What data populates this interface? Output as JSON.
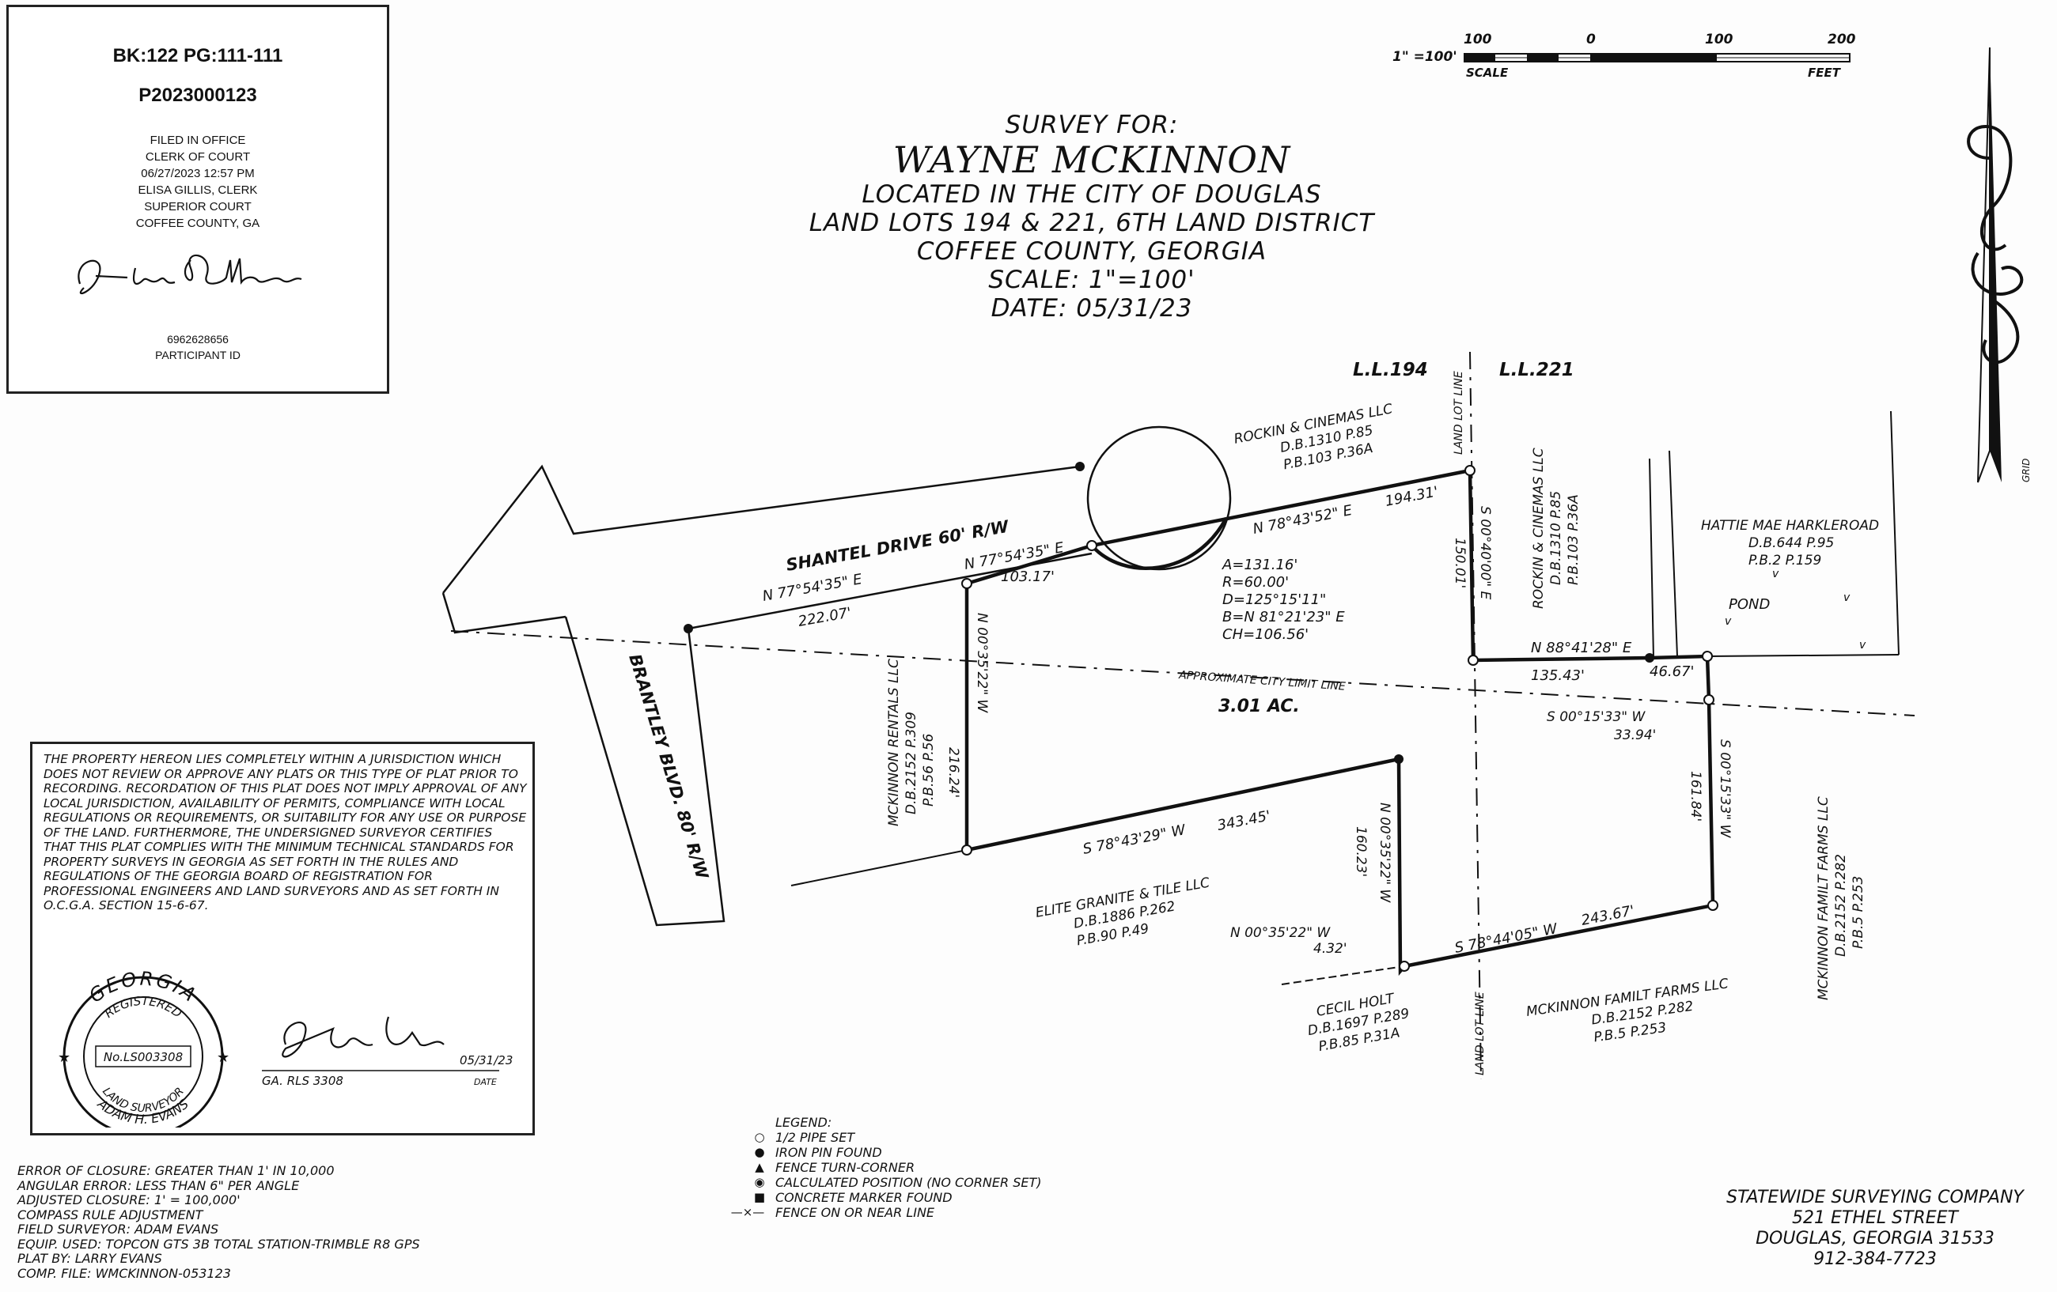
{
  "recording": {
    "book_page": "BK:122 PG:111-111",
    "instrument": "P2023000123",
    "filed_lines": [
      "FILED IN OFFICE",
      "CLERK OF COURT",
      "06/27/2023 12:57 PM",
      "ELISA GILLIS, CLERK",
      "SUPERIOR COURT",
      "COFFEE COUNTY, GA"
    ],
    "signature": "Elisa Gillis",
    "participant_number": "6962628656",
    "participant_label": "PARTICIPANT ID"
  },
  "scale_bar": {
    "ratio": "1\" =100'",
    "ticks": [
      "100",
      "0",
      "100",
      "200"
    ],
    "scale_word": "SCALE",
    "feet_word": "FEET"
  },
  "north_arrow": {
    "grid_label": "GRID"
  },
  "title": {
    "survey_for": "SURVEY FOR:",
    "owner": "WAYNE MCKINNON",
    "line1": "LOCATED IN THE CITY OF DOUGLAS",
    "line2": "LAND LOTS 194 & 221, 6TH LAND DISTRICT",
    "line3": "COFFEE COUNTY, GEORGIA",
    "scale": "SCALE: 1\"=100'",
    "date": "DATE: 05/31/23"
  },
  "plat": {
    "ll194": "L.L.194",
    "ll221": "L.L.221",
    "land_lot_line": "LAND LOT LINE",
    "shantel": "SHANTEL DRIVE 60' R/W",
    "brantley": "BRANTLEY BLVD. 80' R/W",
    "city_limit": "APPROXIMATE CITY LIMIT LINE",
    "acreage": "3.01 AC.",
    "pond": "POND",
    "curve": [
      "A=131.16'",
      "R=60.00'",
      "D=125°15'11\"",
      "B=N 81°21'23\" E",
      "CH=106.56'"
    ],
    "bearings": {
      "b1": "N 77°54'35\" E",
      "d1": "222.07'",
      "b2": "N 77°54'35\" E",
      "d2": "103.17'",
      "b3": "N 78°43'52\" E",
      "d3": "194.31'",
      "b4": "S 00°40'00\" E",
      "d4": "150.01'",
      "b5": "N 88°41'28\" E",
      "d5": "135.43'",
      "d6": "46.67'",
      "b7": "S 00°15'33\" W",
      "d7": "33.94'",
      "b8": "S 00°15'33\" W",
      "d8": "161.84'",
      "b9": "S 78°44'05\" W",
      "d9": "243.67'",
      "b10": "N 00°35'22\" W",
      "d10": "4.32'",
      "b11": "N 00°35'22\" W",
      "d11": "160.23'",
      "b12": "S 78°43'29\" W",
      "d12": "343.45'",
      "b13": "N 00°35'22\" W",
      "d13": "216.24'"
    },
    "owners": {
      "rockin1": [
        "ROCKIN & CINEMAS LLC",
        "D.B.1310 P.85",
        "P.B.103 P.36A"
      ],
      "rockin2": [
        "ROCKIN & CINEMAS LLC",
        "D.B.1310 P.85",
        "P.B.103 P.36A"
      ],
      "hattie": [
        "HATTIE MAE HARKLEROAD",
        "D.B.644 P.95",
        "P.B.2 P.159"
      ],
      "mck_rentals": [
        "MCKINNON RENTALS LLC",
        "D.B.2152 P.309",
        "P.B.56 P.56"
      ],
      "elite": [
        "ELITE GRANITE & TILE LLC",
        "D.B.1886 P.262",
        "P.B.90 P.49"
      ],
      "cecil": [
        "CECIL HOLT",
        "D.B.1697 P.289",
        "P.B.85 P.31A"
      ],
      "mck_farms_s": [
        "MCKINNON FAMILT FARMS LLC",
        "D.B.2152 P.282",
        "P.B.5 P.253"
      ],
      "mck_farms_e": [
        "MCKINNON FAMILT FARMS LLC",
        "D.B.2152 P.282",
        "P.B.5 P.253"
      ]
    }
  },
  "certificate": {
    "text": "THE PROPERTY HEREON LIES COMPLETELY WITHIN A JURISDICTION WHICH DOES NOT REVIEW OR APPROVE ANY PLATS OR THIS TYPE OF PLAT PRIOR TO RECORDING. RECORDATION OF THIS PLAT DOES NOT IMPLY APPROVAL OF ANY LOCAL JURISDICTION, AVAILABILITY OF PERMITS, COMPLIANCE WITH LOCAL REGULATIONS OR REQUIREMENTS, OR SUITABILITY FOR ANY USE OR PURPOSE OF THE LAND. FURTHERMORE, THE UNDERSIGNED SURVEYOR CERTIFIES THAT THIS PLAT COMPLIES WITH THE MINIMUM TECHNICAL STANDARDS FOR PROPERTY SURVEYS IN GEORGIA AS SET FORTH IN THE RULES AND REGULATIONS OF THE GEORGIA BOARD OF REGISTRATION FOR PROFESSIONAL ENGINEERS AND LAND SURVEYORS AND AS SET FORTH IN O.C.G.A. SECTION 15-6-67.",
    "seal_top": "GEORGIA",
    "seal_registered": "REGISTERED",
    "seal_number": "No.LS003308",
    "seal_bottom": "LAND SURVEYOR",
    "seal_name": "ADAM H. EVANS",
    "signature": "Adam Evans",
    "rls": "GA. RLS 3308",
    "sign_date": "05/31/23",
    "date_label": "DATE"
  },
  "legend": {
    "title": "LEGEND:",
    "items": [
      {
        "icon": "open-circle",
        "label": "1/2 PIPE SET"
      },
      {
        "icon": "filled-circle",
        "label": "IRON PIN FOUND"
      },
      {
        "icon": "filled-triangle",
        "label": "FENCE TURN-CORNER"
      },
      {
        "icon": "dotted-circle",
        "label": "CALCULATED POSITION (NO CORNER SET)"
      },
      {
        "icon": "filled-square",
        "label": "CONCRETE MARKER FOUND"
      },
      {
        "icon": "fence-line",
        "label": "FENCE ON OR NEAR LINE"
      }
    ]
  },
  "notes": [
    "ERROR OF CLOSURE: GREATER THAN 1' IN 10,000",
    "ANGULAR ERROR: LESS THAN 6\" PER ANGLE",
    "ADJUSTED CLOSURE: 1' = 100,000'",
    "COMPASS RULE ADJUSTMENT",
    "FIELD SURVEYOR: ADAM EVANS",
    "EQUIP. USED: TOPCON GTS 3B TOTAL STATION-TRIMBLE R8 GPS",
    "PLAT BY: LARRY EVANS",
    "COMP. FILE: WMCKINNON-053123"
  ],
  "company": {
    "name": "STATEWIDE SURVEYING COMPANY",
    "street": "521 ETHEL STREET",
    "city": "DOUGLAS, GEORGIA 31533",
    "phone": "912-384-7723"
  }
}
